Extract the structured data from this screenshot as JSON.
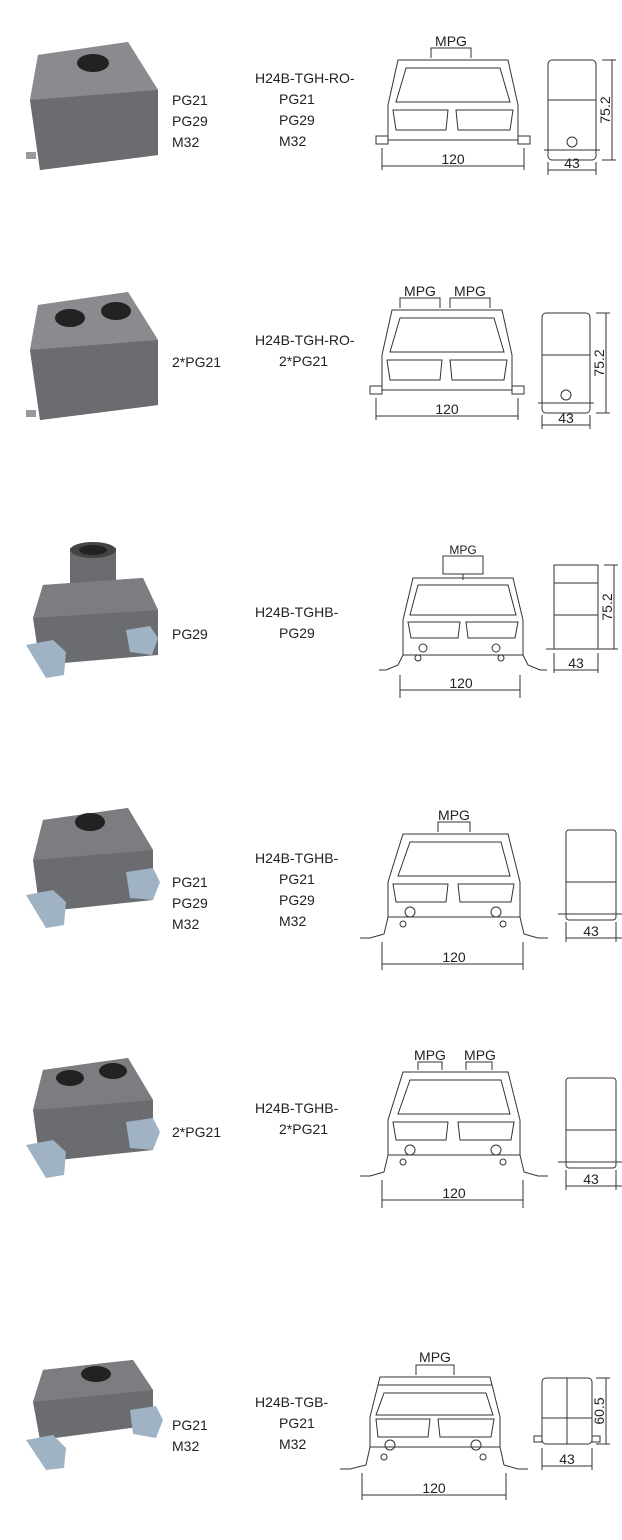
{
  "rows": [
    {
      "threads": [
        "PG21",
        "PG29",
        "M32"
      ],
      "model": "H24B-TGH-RO-",
      "model_options": [
        "PG21",
        "PG29",
        "M32"
      ],
      "dim_width": "120",
      "dim_depth": "43",
      "dim_height": "75.2",
      "port_labels": [
        "MPG"
      ]
    },
    {
      "threads": [
        "2*PG21"
      ],
      "model": "H24B-TGH-RO-",
      "model_options": [
        "2*PG21"
      ],
      "dim_width": "120",
      "dim_depth": "43",
      "dim_height": "75.2",
      "port_labels": [
        "MPG",
        "MPG"
      ]
    },
    {
      "threads": [
        "PG29"
      ],
      "model": "H24B-TGHB-",
      "model_options": [
        "PG29"
      ],
      "dim_width": "120",
      "dim_depth": "43",
      "dim_height": "75.2",
      "port_labels": [
        "MPG"
      ]
    },
    {
      "threads": [
        "PG21",
        "PG29",
        "M32"
      ],
      "model": "H24B-TGHB-",
      "model_options": [
        "PG21",
        "PG29",
        "M32"
      ],
      "dim_width": "120",
      "dim_depth": "43",
      "port_labels": [
        "MPG"
      ]
    },
    {
      "threads": [
        "2*PG21"
      ],
      "model": "H24B-TGHB-",
      "model_options": [
        "2*PG21"
      ],
      "dim_width": "120",
      "dim_depth": "43",
      "port_labels": [
        "MPG",
        "MPG"
      ]
    },
    {
      "threads": [
        "PG21",
        "M32"
      ],
      "model": "H24B-TGB-",
      "model_options": [
        "PG21",
        "M32"
      ],
      "dim_width": "120",
      "dim_depth": "43",
      "dim_height": "60.5",
      "port_labels": [
        "MPG"
      ]
    }
  ],
  "colors": {
    "housing": "#6d6e71",
    "housing_dark": "#55565a",
    "clip": "#9fb3c4",
    "line": "#333333"
  }
}
